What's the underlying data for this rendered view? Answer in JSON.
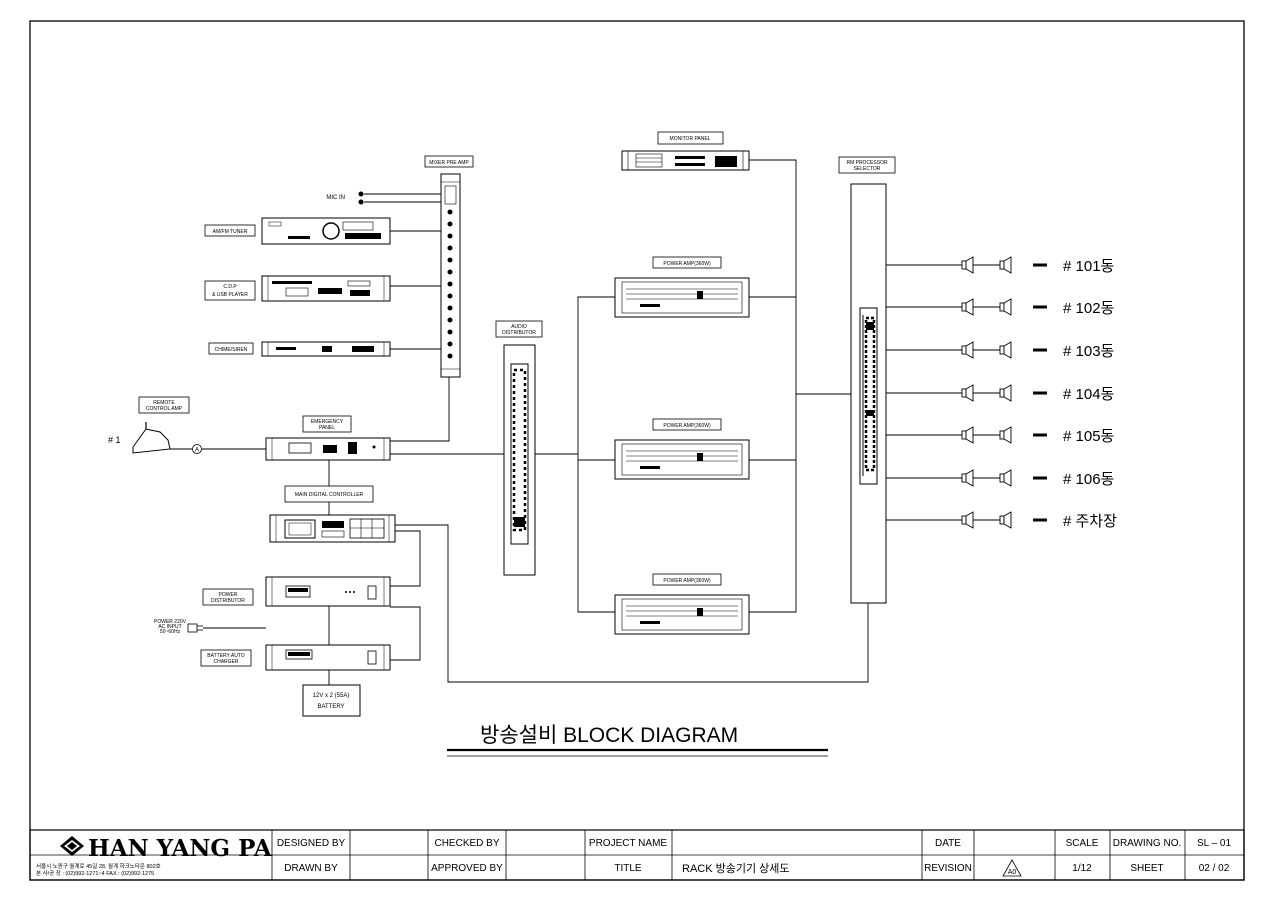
{
  "devices": {
    "monitor_panel": "MONITOR PANEL",
    "mixer_pre_amp": "MIXER PRE AMP",
    "mic_in": "MIC IN",
    "am_fm_tuner": "AM/FM TUNER",
    "cdp": [
      "C.D.P",
      "& USB PLAYER"
    ],
    "chime_siren": "CHIME/SIREN",
    "audio_distributor": [
      "AUDIO",
      "DISTRIBUTOR"
    ],
    "power_amps": [
      "POWER AMP(360W)",
      "POWER AMP(360W)",
      "POWER AMP(360W)"
    ],
    "remote_control_amp": [
      "REMOTE",
      "CONTROL AMP"
    ],
    "remote_mic_number": "# 1",
    "remote_node": "A",
    "emergency_panel": [
      "EMERGENCY",
      "PANEL"
    ],
    "main_digital_controller": "MAIN DIGITAL CONTROLLER",
    "power_distributor": [
      "POWER",
      "DISTRIBUTOR"
    ],
    "power_input": [
      "POWER 220V",
      "AC INPUT",
      "50~60Hz"
    ],
    "battery_auto_charger": [
      "BATTERY AUTO",
      "CHARGER"
    ],
    "battery": [
      "12V x 2 (55A)",
      "BATTERY"
    ],
    "rm_processor_selector": [
      "RM PROCESSOR",
      "SELECTOR"
    ]
  },
  "zones": [
    "# 101동",
    "# 102동",
    "# 103동",
    "# 104동",
    "# 105동",
    "# 106동",
    "# 주차장"
  ],
  "diagram_title": "방송설비 BLOCK DIAGRAM",
  "title_block": {
    "company": "HAN YANG PA",
    "address_lines": [
      "서울시 노원구 월계로 45길 28, 월계 하크노타운 802호",
      "본 사/공 장 : (02)992-1271~4   FAX : (02)992-1275"
    ],
    "designed_by_label": "DESIGNED BY",
    "drawn_by_label": "DRAWN BY",
    "checked_by_label": "CHECKED BY",
    "approved_by_label": "APPROVED BY",
    "project_name_label": "PROJECT NAME",
    "title_label": "TITLE",
    "title_value": "RACK 방송기기 상세도",
    "date_label": "DATE",
    "revision_label": "REVISION",
    "revision_value": "A0",
    "scale_label": "SCALE",
    "scale_value": "1/12",
    "drawing_no_label": "DRAWING NO.",
    "drawing_no_value": "SL – 01",
    "sheet_label": "SHEET",
    "sheet_value": "02 / 02"
  }
}
